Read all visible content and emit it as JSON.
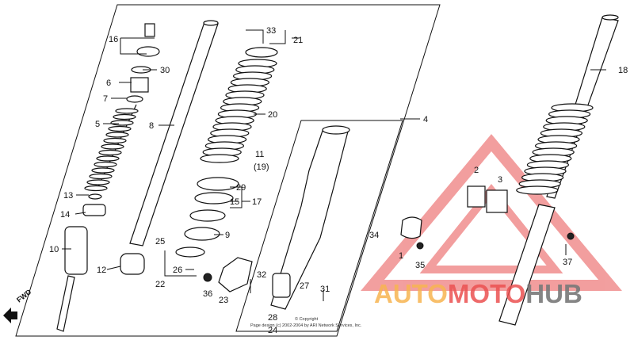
{
  "labels": [
    {
      "id": "16",
      "text": "16"
    },
    {
      "id": "30",
      "text": "30"
    },
    {
      "id": "6",
      "text": "6"
    },
    {
      "id": "7",
      "text": "7"
    },
    {
      "id": "5",
      "text": "5"
    },
    {
      "id": "8",
      "text": "8"
    },
    {
      "id": "13",
      "text": "13"
    },
    {
      "id": "14",
      "text": "14"
    },
    {
      "id": "10",
      "text": "10"
    },
    {
      "id": "12",
      "text": "12"
    },
    {
      "id": "33",
      "text": "33"
    },
    {
      "id": "21",
      "text": "21"
    },
    {
      "id": "20",
      "text": "20"
    },
    {
      "id": "4",
      "text": "4"
    },
    {
      "id": "11",
      "text": "11"
    },
    {
      "id": "19",
      "text": "(19)"
    },
    {
      "id": "29",
      "text": "29"
    },
    {
      "id": "15",
      "text": "15"
    },
    {
      "id": "17",
      "text": "17"
    },
    {
      "id": "9",
      "text": "9"
    },
    {
      "id": "25",
      "text": "25"
    },
    {
      "id": "26",
      "text": "26"
    },
    {
      "id": "22",
      "text": "22"
    },
    {
      "id": "36",
      "text": "36"
    },
    {
      "id": "23",
      "text": "23"
    },
    {
      "id": "32",
      "text": "32"
    },
    {
      "id": "27",
      "text": "27"
    },
    {
      "id": "31",
      "text": "31"
    },
    {
      "id": "28",
      "text": "28"
    },
    {
      "id": "24",
      "text": "24"
    },
    {
      "id": "34",
      "text": "34"
    },
    {
      "id": "1",
      "text": "1"
    },
    {
      "id": "35",
      "text": "35"
    },
    {
      "id": "2",
      "text": "2"
    },
    {
      "id": "3",
      "text": "3"
    },
    {
      "id": "18",
      "text": "18"
    },
    {
      "id": "37",
      "text": "37"
    }
  ],
  "fwd_label": "FWD",
  "copyright_line1": "© Copyright",
  "copyright_line2": "Page design (c) 2002-2004 by ARI Network Services, Inc.",
  "watermark": {
    "part1": "AUTO",
    "part2": "MOTO",
    "part3": "HUB"
  },
  "colors": {
    "watermark_red": "#e85050",
    "watermark_orange": "#f5b050",
    "watermark_gray": "#787878"
  }
}
